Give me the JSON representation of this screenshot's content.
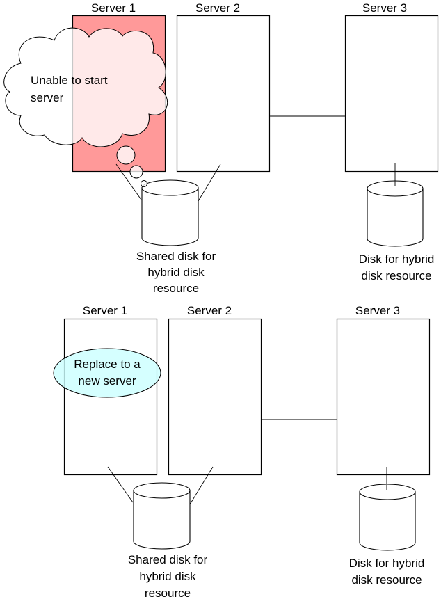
{
  "top_scenario": {
    "servers": [
      {
        "label": "Server 1",
        "state": "failed"
      },
      {
        "label": "Server 2",
        "state": "normal"
      },
      {
        "label": "Server 3",
        "state": "normal"
      }
    ],
    "callout": {
      "lines": [
        "Unable to start",
        "server"
      ]
    },
    "shared_disk_label": [
      "Shared disk for",
      "hybrid disk",
      "resource"
    ],
    "local_disk_label": [
      "Disk for hybrid",
      "disk resource"
    ]
  },
  "bottom_scenario": {
    "servers": [
      {
        "label": "Server 1",
        "state": "replaced"
      },
      {
        "label": "Server 2",
        "state": "normal"
      },
      {
        "label": "Server 3",
        "state": "normal"
      }
    ],
    "callout": {
      "lines": [
        "Replace to a",
        "new server"
      ]
    },
    "shared_disk_label": [
      "Shared disk for",
      "hybrid disk",
      "resource"
    ],
    "local_disk_label": [
      "Disk for hybrid",
      "disk resource"
    ]
  },
  "colors": {
    "failed_server_fill": "#ff9999",
    "replace_note_fill": "#ccffff"
  }
}
